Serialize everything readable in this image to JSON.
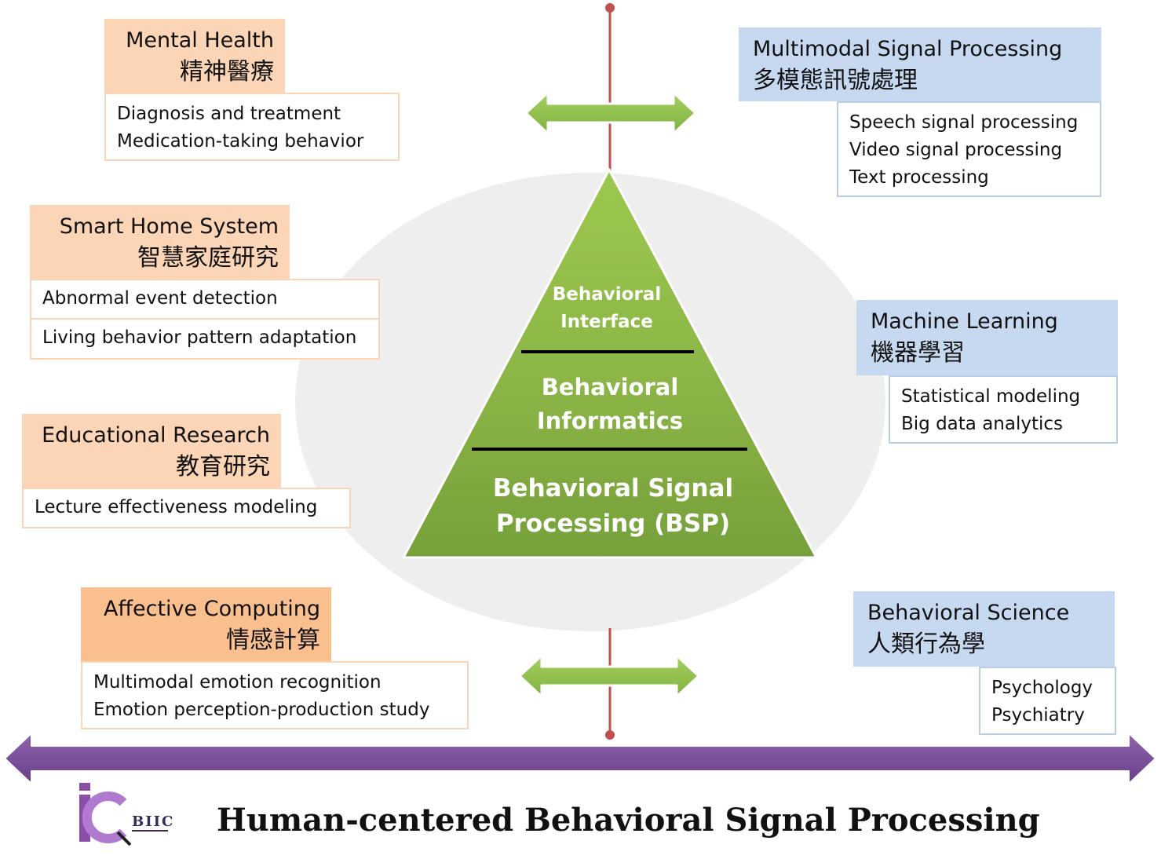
{
  "title": "Human-centered Behavioral Signal Processing",
  "logo": {
    "text": "BIIC"
  },
  "pyramid": {
    "top": {
      "line1": "Behavioral",
      "line2": "Interface"
    },
    "middle": {
      "line1": "Behavioral",
      "line2": "Informatics"
    },
    "bottom": {
      "line1": "Behavioral Signal",
      "line2": "Processing (BSP)"
    }
  },
  "left_topics": [
    {
      "title_en": "Mental Health",
      "title_zh": "精神醫療",
      "items": [
        "Diagnosis  and treatment",
        "Medication-taking behavior"
      ]
    },
    {
      "title_en": "Smart Home System",
      "title_zh": "智慧家庭研究",
      "items": [
        "Abnormal event detection",
        "Living behavior pattern adaptation"
      ]
    },
    {
      "title_en": "Educational Research",
      "title_zh": "教育研究",
      "items": [
        "Lecture effectiveness  modeling"
      ]
    },
    {
      "title_en": "Affective Computing",
      "title_zh": "情感計算",
      "items": [
        "Multimodal emotion recognition",
        "Emotion perception-production  study"
      ]
    }
  ],
  "right_topics": [
    {
      "title_en": "Multimodal Signal Processing",
      "title_zh": "多模態訊號處理",
      "items": [
        "Speech signal processing",
        "Video signal processing",
        "Text processing"
      ]
    },
    {
      "title_en": "Machine Learning",
      "title_zh": "機器學習",
      "items": [
        "Statistical modeling",
        "Big data analytics"
      ]
    },
    {
      "title_en": "Behavioral Science",
      "title_zh": "人類行為學",
      "items": [
        "Psychology",
        "Psychiatry"
      ]
    }
  ],
  "colors": {
    "applications_header": "#fbd5b5",
    "affective_header": "#f9bf8f",
    "methods_header": "#c6d9f1",
    "pyramid_green": "#8cb547",
    "arrow_green": "#8cbf4a",
    "axis_purple": "#7a4f9a",
    "axis_red": "#c0504d",
    "ellipse": "#eeeeee"
  }
}
